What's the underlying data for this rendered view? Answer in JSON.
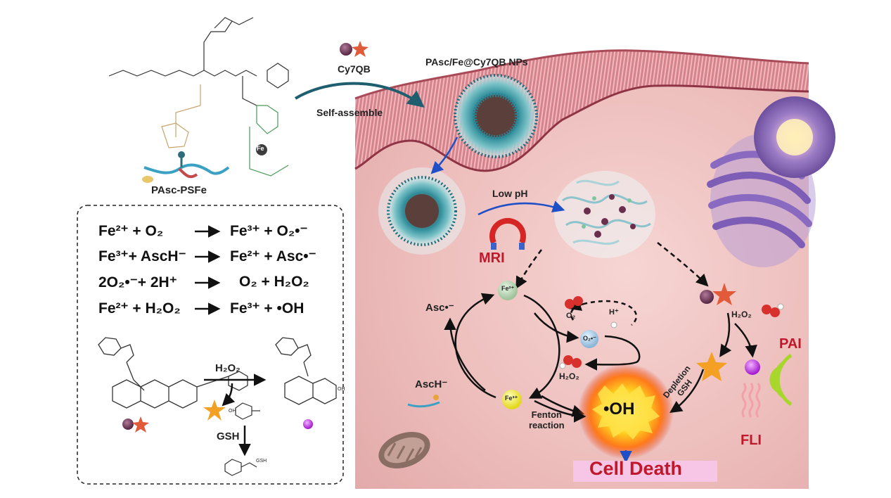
{
  "colors": {
    "tissue": "#e8b4b4",
    "membrane": "#c9707a",
    "accent_red": "#c0182a",
    "teal": "#2a6f7f",
    "cell_death_bg": "#f7c6e6"
  },
  "polymer": {
    "label": "PAsc-PSFe",
    "fe_label": "Fe"
  },
  "dye": {
    "label": "Cy7QB"
  },
  "assembly": {
    "arrow_label": "Self-assemble",
    "np_label": "PAsc/Fe@Cy7QB  NPs"
  },
  "reactions": {
    "eq1": {
      "left": "Fe²⁺ +  O₂",
      "right": "Fe³⁺ + O₂•⁻"
    },
    "eq2": {
      "left": "Fe³⁺+ AscH⁻",
      "right": "Fe²⁺ +  Asc•⁻"
    },
    "eq3": {
      "left": "2O₂•⁻+  2H⁺",
      "right": "O₂  + H₂O₂"
    },
    "eq4": {
      "left": "Fe²⁺ + H₂O₂",
      "right": "Fe³⁺ +  •OH"
    },
    "activation_reagent": "H₂O₂",
    "gsh": "GSH",
    "oh_group": "OH",
    "gsh_product": "GSH",
    "byproduct": "OH"
  },
  "cycle": {
    "low_ph": "Low  pH",
    "mri": "MRI",
    "fe2": "Fe²⁺",
    "fe3": "Fe³⁺",
    "asc": "Asc•⁻",
    "asch": "AscH⁻",
    "o2": "O₂",
    "h_plus": "H⁺",
    "o2_radical": "O₂•⁻",
    "h2o2": "H₂O₂",
    "fenton": "Fenton\nreaction",
    "oh_radical": "•OH",
    "depletion": "Depletion\nGSH",
    "h2o2_right": "H₂O₂",
    "pai": "PAI",
    "fli": "FLI",
    "cell_death": "Cell Death"
  }
}
